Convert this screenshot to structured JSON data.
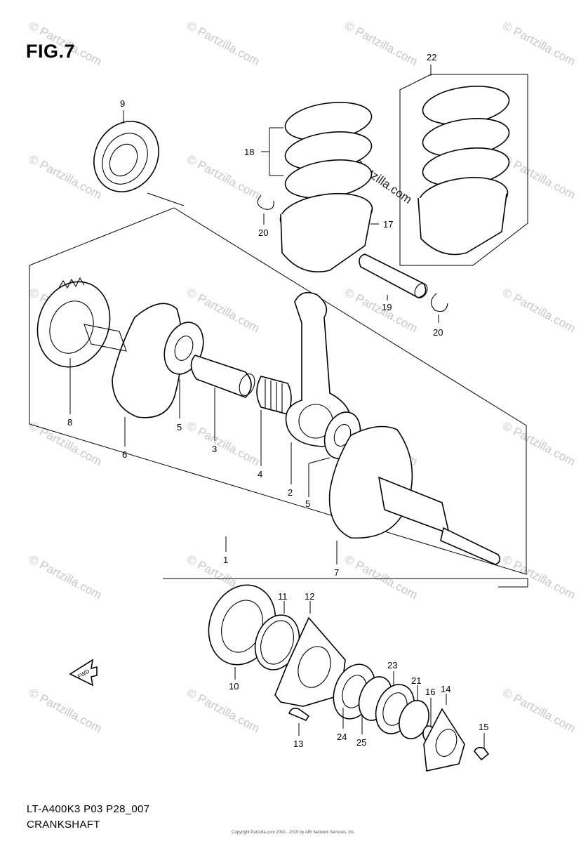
{
  "figure": {
    "title": "FIG.7",
    "code": "LT-A400K3 P03 P28_007",
    "name": "CRANKSHAFT",
    "copyright_small": "Copyright Partzilla.com 2002 - 2019 by ARI Network Services, Inc."
  },
  "watermark": {
    "text": "© Partzilla.com",
    "color": "#c8c8c8"
  },
  "fwd_label": "FWD",
  "callouts": [
    {
      "id": "c1",
      "label": "1"
    },
    {
      "id": "c2",
      "label": "2"
    },
    {
      "id": "c3",
      "label": "3"
    },
    {
      "id": "c4",
      "label": "4"
    },
    {
      "id": "c5a",
      "label": "5"
    },
    {
      "id": "c5b",
      "label": "5"
    },
    {
      "id": "c6",
      "label": "6"
    },
    {
      "id": "c7",
      "label": "7"
    },
    {
      "id": "c8",
      "label": "8"
    },
    {
      "id": "c9",
      "label": "9"
    },
    {
      "id": "c10",
      "label": "10"
    },
    {
      "id": "c11",
      "label": "11"
    },
    {
      "id": "c12",
      "label": "12"
    },
    {
      "id": "c13",
      "label": "13"
    },
    {
      "id": "c14",
      "label": "14"
    },
    {
      "id": "c15",
      "label": "15"
    },
    {
      "id": "c16",
      "label": "16"
    },
    {
      "id": "c17",
      "label": "17"
    },
    {
      "id": "c18",
      "label": "18"
    },
    {
      "id": "c19",
      "label": "19"
    },
    {
      "id": "c20a",
      "label": "20"
    },
    {
      "id": "c20b",
      "label": "20"
    },
    {
      "id": "c21",
      "label": "21"
    },
    {
      "id": "c22",
      "label": "22"
    },
    {
      "id": "c23",
      "label": "23"
    },
    {
      "id": "c24",
      "label": "24"
    },
    {
      "id": "c25",
      "label": "25"
    }
  ]
}
